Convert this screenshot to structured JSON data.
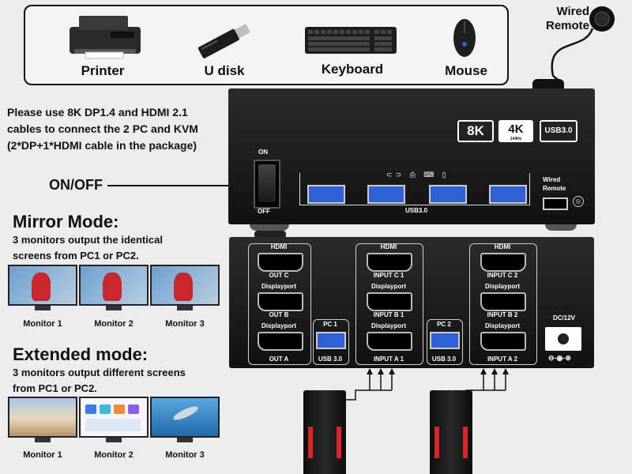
{
  "peripherals": {
    "printer": "Printer",
    "udisk": "U disk",
    "keyboard": "Keyboard",
    "mouse": "Mouse"
  },
  "wired_remote": {
    "line1": "Wired",
    "line2": "Remote"
  },
  "note": {
    "line1": "Please use 8K DP1.4 and HDMI 2.1",
    "line2": "cables to connect the 2 PC and KVM",
    "line3": "(2*DP+1*HDMI cable in the package)"
  },
  "onoff_label": "ON/OFF",
  "front_panel": {
    "badge_8k": "8K",
    "badge_4k": "4K",
    "badge_4k_sub": "144Hz",
    "badge_usb": "USB3.0",
    "switch_on": "ON",
    "switch_off": "OFF",
    "usb_label": "USB3.0",
    "remote_label1": "Wired",
    "remote_label2": "Remote"
  },
  "mirror": {
    "title": "Mirror Mode:",
    "desc1": "3 monitors output the identical",
    "desc2": "screens from PC1 or PC2.",
    "monitors": [
      "Monitor 1",
      "Monitor 2",
      "Monitor 3"
    ]
  },
  "extended": {
    "title": "Extended mode:",
    "desc1": "3 monitors output different screens",
    "desc2": "from PC1 or PC2.",
    "monitors": [
      "Monitor 1",
      "Monitor 2",
      "Monitor 3"
    ]
  },
  "back_panel": {
    "hdmi": "HDMI",
    "displayport": "Displayport",
    "out_c": "OUT C",
    "out_b": "OUT B",
    "out_a": "OUT A",
    "input_c1": "INPUT C 1",
    "input_b1": "INPUT B 1",
    "input_a1": "INPUT A 1",
    "input_c2": "INPUT C 2",
    "input_b2": "INPUT B 2",
    "input_a2": "INPUT A 2",
    "pc1": "PC 1",
    "pc2": "PC 2",
    "usb30": "USB 3.0",
    "dc": "DC/12V"
  },
  "colors": {
    "usb_blue": "#2f62d6",
    "panel_dark": "#1a1a1a",
    "pc_red": "#d9262a"
  }
}
